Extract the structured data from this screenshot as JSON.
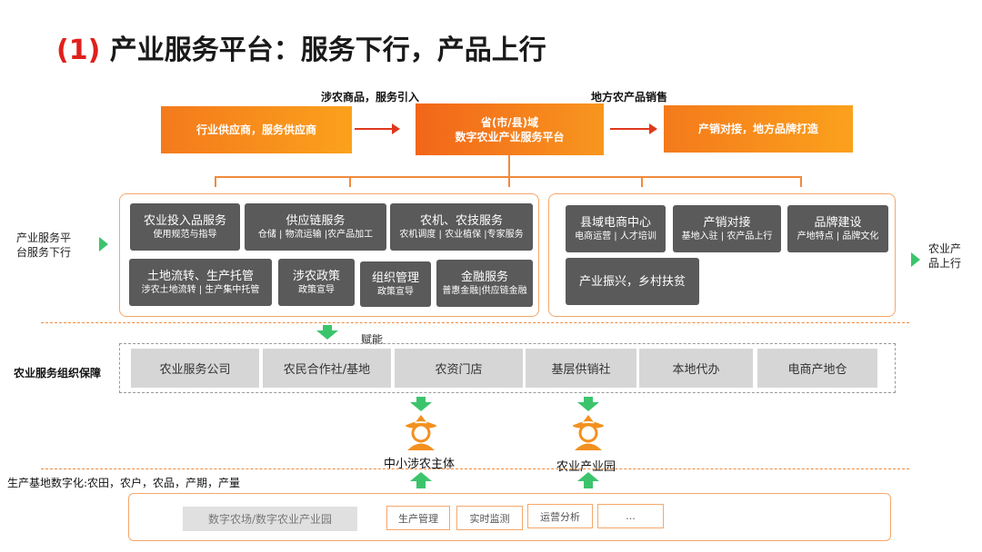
{
  "title": {
    "number": "(1)",
    "text": "产业服务平台：服务下行，产品上行"
  },
  "top_flow": {
    "caption_left": "涉农商品，服务引入",
    "caption_right": "地方农产品销售",
    "box_left": "行业供应商，服务供应商",
    "box_mid_line1": "省(市/县)域",
    "box_mid_line2": "数字农业产业服务平台",
    "box_right": "产销对接，地方品牌打造"
  },
  "side_labels": {
    "left_line1": "产业服务平",
    "left_line2": "台服务下行",
    "right_line1": "农业产",
    "right_line2": "品上行"
  },
  "down_services": [
    {
      "title": "农业投入品服务",
      "sub": "使用规范与指导"
    },
    {
      "title": "供应链服务",
      "sub": "仓储 | 物流运输 |农产品加工"
    },
    {
      "title": "农机、农技服务",
      "sub": "农机调度 | 农业植保 |专家服务"
    },
    {
      "title": "土地流转、生产托管",
      "sub": "涉农土地流转 | 生产集中托管"
    },
    {
      "title": "涉农政策",
      "sub": "政策宣导"
    },
    {
      "title": "组织管理",
      "sub": "政策宣导"
    },
    {
      "title": "金融服务",
      "sub": "普惠金融|供应链金融"
    }
  ],
  "up_services": [
    {
      "title": "县域电商中心",
      "sub": "电商运营 | 人才培训"
    },
    {
      "title": "产销对接",
      "sub": "基地入驻 | 农产品上行"
    },
    {
      "title": "品牌建设",
      "sub": "产地特点 | 品牌文化"
    },
    {
      "title": "产业振兴，乡村扶贫",
      "sub": ""
    }
  ],
  "empower_label": "赋能",
  "org_label": "农业服务组织保障",
  "orgs": [
    "农业服务公司",
    "农民合作社/基地",
    "农资门店",
    "基层供销社",
    "本地代办",
    "电商产地仓"
  ],
  "entities": [
    "中小涉农主体",
    "农业产业园"
  ],
  "digital_label": "生产基地数字化:农田，农户，农品，产期，产量",
  "bottom": {
    "main": "数字农场/数字农业产业园",
    "items": [
      "生产管理",
      "实时监测",
      "运营分析",
      "..."
    ]
  },
  "colors": {
    "accent_red": "#e0201c",
    "orange": "#f47a1c",
    "green": "#3cc46c",
    "dark_box": "#5a5a5a"
  }
}
